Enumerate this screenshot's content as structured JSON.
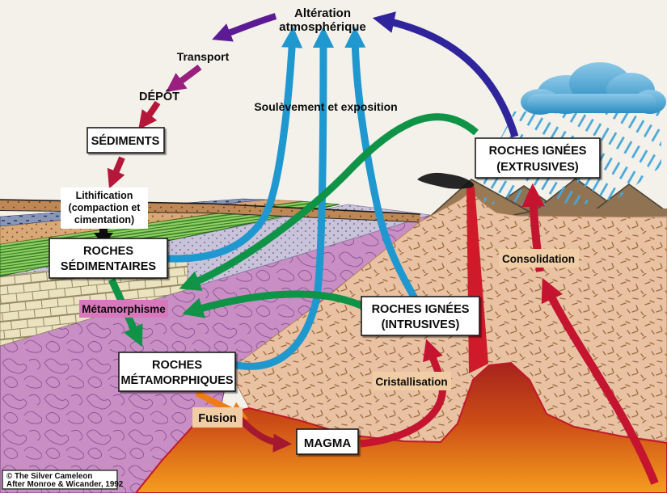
{
  "diagram": {
    "top": {
      "alteration_line1": "Altération",
      "alteration_line2": "atmosphérique",
      "transport": "Transport",
      "depot": "DÉPÔT",
      "soulevement": "Soulèvement et exposition"
    },
    "boxes": {
      "sediments": "SÉDIMENTS",
      "roches_sed_1": "ROCHES",
      "roches_sed_2": "SÉDIMENTAIRES",
      "roches_met_1": "ROCHES",
      "roches_met_2": "MÉTAMORPHIQUES",
      "ign_int_1": "ROCHES IGNÉES",
      "ign_int_2": "(INTRUSIVES)",
      "ign_ext_1": "ROCHES IGNÉES",
      "ign_ext_2": "(EXTRUSIVES)",
      "magma": "MAGMA"
    },
    "labels": {
      "lithification_1": "Lithification",
      "lithification_2": "(compaction et",
      "lithification_3": "cimentation)",
      "metamorphisme": "Métamorphisme",
      "fusion": "Fusion",
      "cristallisation": "Cristallisation",
      "consolidation": "Consolidation"
    },
    "credit": {
      "line1": "© The Silver Cameleon",
      "line2": "After Monroe & Wicander, 1992"
    },
    "colors": {
      "uplift_blue": "#1f97cf",
      "metamorphism_green": "#0e9347",
      "magma_red": "#c41430",
      "dark_red": "#a5182f",
      "chain_crimson": "#b5173a",
      "violet": "#5c1a94",
      "magenta_purple": "#9a1f7e",
      "indigo": "#2f249c",
      "fusion_orange": "#ee7d18",
      "metamorphic_purple": "#c98fc5",
      "intrusive_tan": "#e9c2a4",
      "magma_orange": "#f09c28",
      "label_highlight_pink": "#d778bd",
      "label_highlight_tan": "#f0cda4",
      "rain_blue": "#49a7d8",
      "mountain_brown": "#8f7352"
    }
  }
}
